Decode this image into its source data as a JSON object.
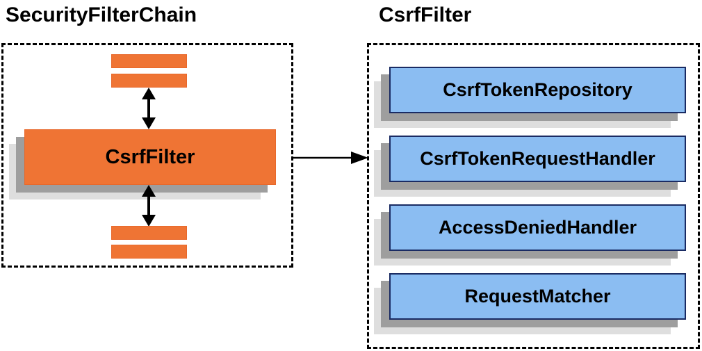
{
  "diagram": {
    "left_panel": {
      "title": "SecurityFilterChain",
      "filter_box_label": "CsrfFilter",
      "placeholder_bars": "other-filters-in-chain"
    },
    "right_panel": {
      "title": "CsrfFilter",
      "items": [
        {
          "label": "CsrfTokenRepository"
        },
        {
          "label": "CsrfTokenRequestHandler"
        },
        {
          "label": "AccessDeniedHandler"
        },
        {
          "label": "RequestMatcher"
        }
      ]
    },
    "connectors": {
      "top_arrow": "double-headed-vertical-arrow",
      "bottom_arrow": "double-headed-vertical-arrow",
      "link_arrow": "right-pointing-arrow"
    }
  },
  "colors": {
    "orange": "#EF7434",
    "orange-border": "#E8682B",
    "blue": "#8BBDF2",
    "navy": "#1A2B63",
    "shadow-dark": "#9E9E9E",
    "shadow-light": "#DEDEDE",
    "line": "#000000",
    "bg": "#FFFFFF"
  }
}
